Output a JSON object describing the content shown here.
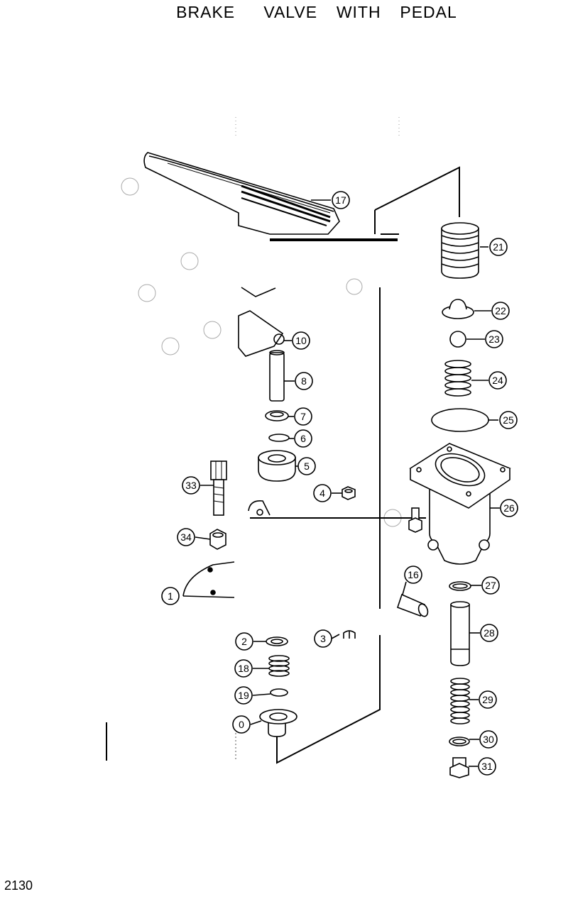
{
  "title": "BRAKE   VALVE  WITH  PEDAL",
  "page_number": "2130",
  "callouts": {
    "p0": "0",
    "p1": "1",
    "p2": "2",
    "p3": "3",
    "p4": "4",
    "p5": "5",
    "p6": "6",
    "p7": "7",
    "p8": "8",
    "p10": "10",
    "p16": "16",
    "p17": "17",
    "p18": "18",
    "p19": "19",
    "p21": "21",
    "p22": "22",
    "p23": "23",
    "p24": "24",
    "p25": "25",
    "p26": "26",
    "p27": "27",
    "p28": "28",
    "p29": "29",
    "p30": "30",
    "p31": "31",
    "p33": "33",
    "p34": "34"
  }
}
